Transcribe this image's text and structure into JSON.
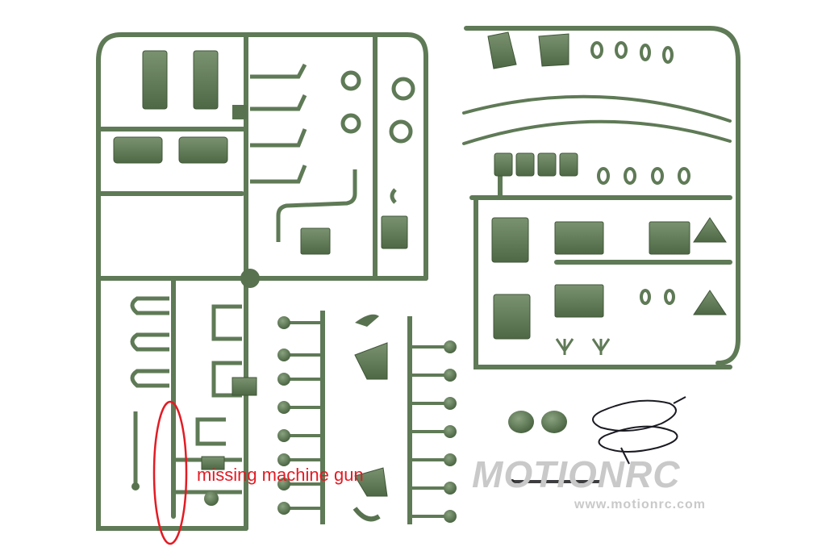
{
  "annotation": {
    "label": "missing machine gun",
    "color": "#e31b23"
  },
  "watermark": {
    "brand": "MOTIONRC",
    "url": "www.motionrc.com",
    "color": "#c9c9c9"
  },
  "colors": {
    "sprue": "#5f7a56",
    "sprue_dark": "#48603f",
    "sprue_light": "#7a9270",
    "cable": "#1a1a22",
    "background": "#ffffff"
  }
}
